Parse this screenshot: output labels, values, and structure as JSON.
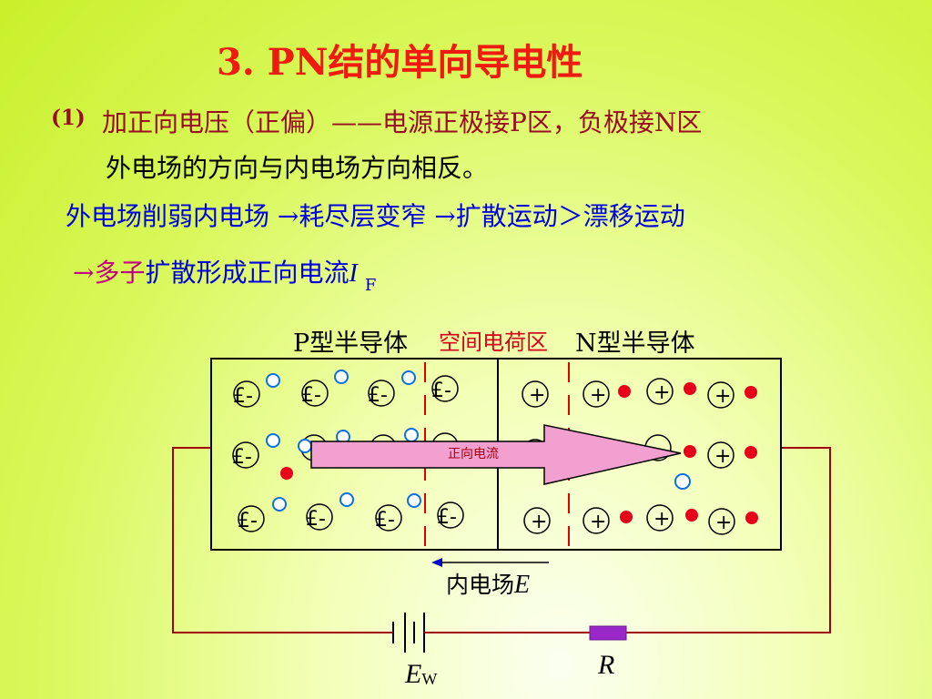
{
  "slide": {
    "title": "3.  PN结的单向导电性",
    "point_label": "(1)",
    "line1": "加正向电压（正偏）——电源正极接P区，负极接N区",
    "line2": "外电场的方向与内电场方向相反。",
    "line3": "外电场削弱内电场 →耗尽层变窄 →扩散运动＞漂移运动",
    "line4_part1": "→多子",
    "line4_part2": "扩散形成正向电流",
    "line4_symbol": "I",
    "line4_sub": "F"
  },
  "diagram": {
    "p_label": "P型半导体",
    "space_label": "空间电荷区",
    "n_label": "N型半导体",
    "current_label": "正向电流",
    "field_label": "内电场",
    "field_symbol": "E",
    "battery_symbol": "E",
    "battery_sub": "W",
    "resistor_label": "R",
    "neg_ion_text": "£-",
    "pos_ion_text": "+",
    "colors": {
      "circuit": "#a00010",
      "depletion": "#e00000",
      "hole": "#0a6fe0",
      "electron": "#e8001a",
      "arrow_fill": "#f2a0d0",
      "arrow_stroke": "#000000",
      "field_arrow": "#0000cc",
      "resistor": "#9a28c8"
    }
  }
}
